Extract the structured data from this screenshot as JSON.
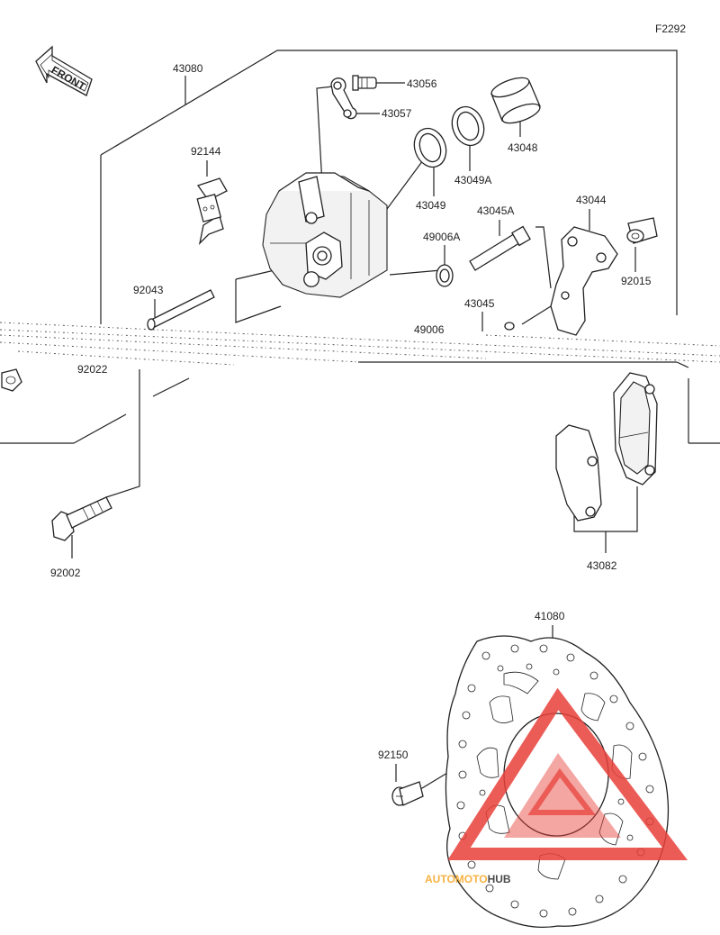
{
  "figure_id": "F2292",
  "front_label": "FRONT",
  "parts": {
    "p43080": "43080",
    "p43056": "43056",
    "p43057": "43057",
    "p43048": "43048",
    "p43049A": "43049A",
    "p43049": "43049",
    "p92144": "92144",
    "p43045A": "43045A",
    "p43044": "43044",
    "p49006A": "49006A",
    "p92015": "92015",
    "p92043": "92043",
    "p43045": "43045",
    "p49006": "49006",
    "p92022": "92022",
    "p92002": "92002",
    "p43082": "43082",
    "p41080": "41080",
    "p92150": "92150"
  },
  "watermark": {
    "text_auto": "AUTO",
    "text_moto": "MOTO",
    "text_hub": "HUB",
    "color_red": "#e8403a",
    "color_orange": "#f5a623",
    "color_dark": "#2b2b2b"
  }
}
